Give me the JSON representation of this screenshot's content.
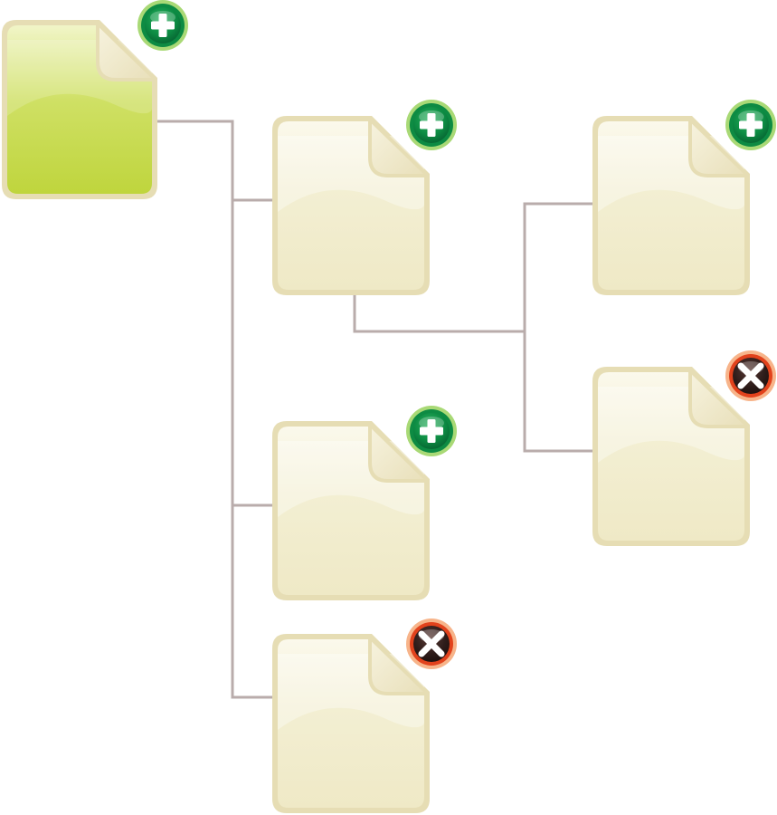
{
  "diagram": {
    "colors": {
      "connector": "#b9acab",
      "selected_doc_fill": "#c2d942",
      "selected_doc_light": "#f0f3c2",
      "doc_fill": "#f0ebc8",
      "doc_light": "#f8f5e0",
      "doc_border": "#e6ddb4",
      "fold_fill": "#efe8cc",
      "add_badge": "#0d8b43",
      "add_badge_ring": "#a9d976",
      "remove_badge": "#e2421c",
      "remove_badge_ring": "#f7b48a",
      "badge_symbol": "#ffffff"
    },
    "nodes": [
      {
        "id": "root",
        "icon": "document-icon",
        "state": "selected",
        "badge": "plus-badge-icon"
      },
      {
        "id": "child-1",
        "icon": "document-icon",
        "state": "normal",
        "badge": "plus-badge-icon"
      },
      {
        "id": "child-1-1",
        "icon": "document-icon",
        "state": "normal",
        "badge": "plus-badge-icon"
      },
      {
        "id": "child-1-2",
        "icon": "document-icon",
        "state": "normal",
        "badge": "remove-badge-icon"
      },
      {
        "id": "child-2",
        "icon": "document-icon",
        "state": "normal",
        "badge": "plus-badge-icon"
      },
      {
        "id": "child-3",
        "icon": "document-icon",
        "state": "normal",
        "badge": "remove-badge-icon"
      }
    ],
    "edges": [
      {
        "from": "root",
        "to": "child-1"
      },
      {
        "from": "root",
        "to": "child-2"
      },
      {
        "from": "root",
        "to": "child-3"
      },
      {
        "from": "child-1",
        "to": "child-1-1"
      },
      {
        "from": "child-1",
        "to": "child-1-2"
      }
    ]
  }
}
